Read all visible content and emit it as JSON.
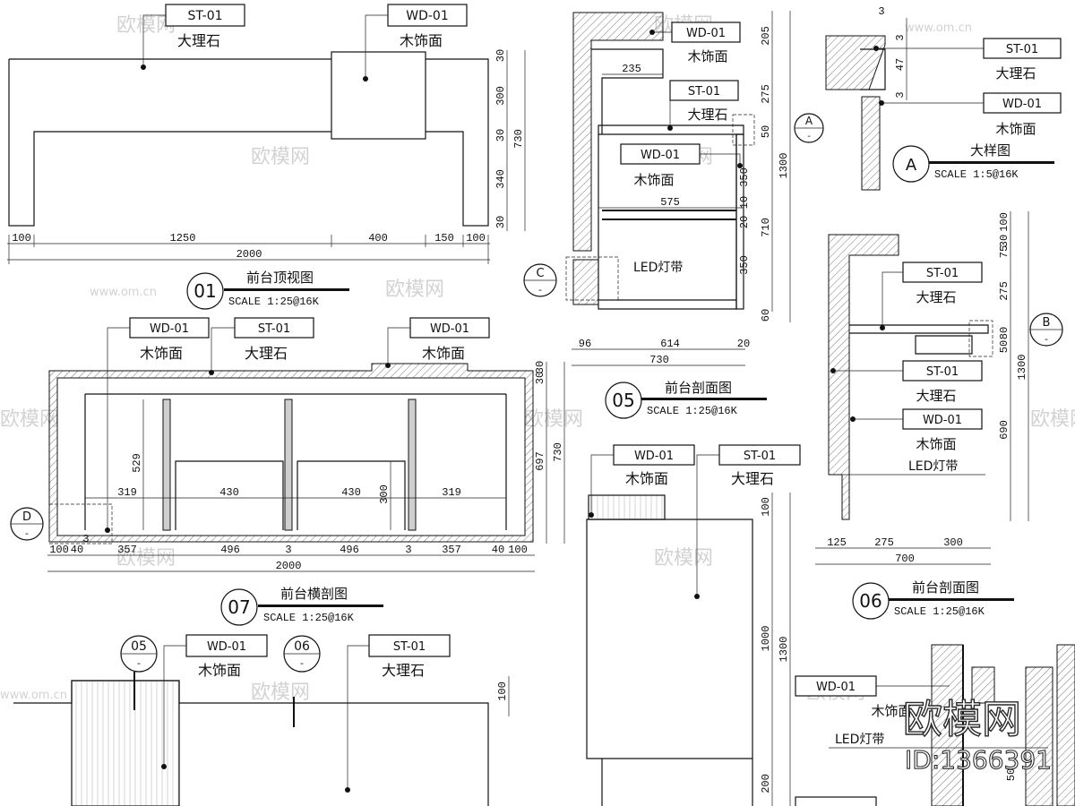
{
  "materials": {
    "st": {
      "code": "ST-01",
      "name": "大理石"
    },
    "wd": {
      "code": "WD-01",
      "name": "木饰面"
    },
    "led": "LED灯带"
  },
  "views": {
    "v01": {
      "num": "01",
      "title": "前台顶视图",
      "scale": "SCALE    1:25@16K"
    },
    "v05": {
      "num": "05",
      "title": "前台剖面图",
      "scale": "SCALE    1:25@16K"
    },
    "v06": {
      "num": "06",
      "title": "前台剖面图",
      "scale": "SCALE    1:25@16K"
    },
    "v07": {
      "num": "07",
      "title": "前台横剖图",
      "scale": "SCALE    1:25@16K"
    },
    "vA": {
      "num": "A",
      "title": "大样图",
      "scale": "SCALE    1:5@16K"
    }
  },
  "callouts": {
    "A": "A",
    "B": "B",
    "C": "C",
    "D": "D",
    "sub": "-",
    "ref05": "05",
    "ref06": "06"
  },
  "dims": {
    "top_plan_bottom": [
      "100",
      "1250",
      "400",
      "150",
      "100"
    ],
    "top_plan_total": "2000",
    "top_plan_right": [
      "30",
      "300",
      "30",
      "340",
      "30"
    ],
    "top_plan_right_total": "730",
    "sec05_right": [
      "205",
      "275",
      "50",
      "350",
      "10",
      "20",
      "710",
      "350",
      "60"
    ],
    "sec05_right_total": "1300",
    "sec05_inner": [
      "235",
      "575"
    ],
    "sec05_bottom": [
      "96",
      "614",
      "20"
    ],
    "sec05_bottom_total": "730",
    "detA": [
      "3",
      "3",
      "47",
      "3"
    ],
    "sec06_right": [
      "100",
      "30",
      "75",
      "275",
      "80",
      "50",
      "690"
    ],
    "sec06_right_total": "1300",
    "sec06_bottom": [
      "125",
      "275",
      "300"
    ],
    "sec06_bottom_total": "700",
    "cross_inner": [
      "529",
      "319",
      "430",
      "430",
      "300",
      "319"
    ],
    "cross_bottom": [
      "100",
      "40",
      "3",
      "357",
      "496",
      "3",
      "496",
      "3",
      "357",
      "40",
      "100"
    ],
    "cross_bottom_total": "2000",
    "cross_right": [
      "30",
      "30",
      "697",
      "730"
    ],
    "elev_right": [
      "100",
      "1000",
      "1300",
      "200"
    ],
    "elev_left": [
      "100"
    ],
    "elev_mid": [
      "50"
    ]
  },
  "watermark": {
    "brand": "欧模网",
    "url": "www.om.cn",
    "id": "ID:1366391"
  },
  "colors": {
    "line": "#111111",
    "watermark": "#d2d2d2",
    "id_ink": "#2a2a2a"
  }
}
